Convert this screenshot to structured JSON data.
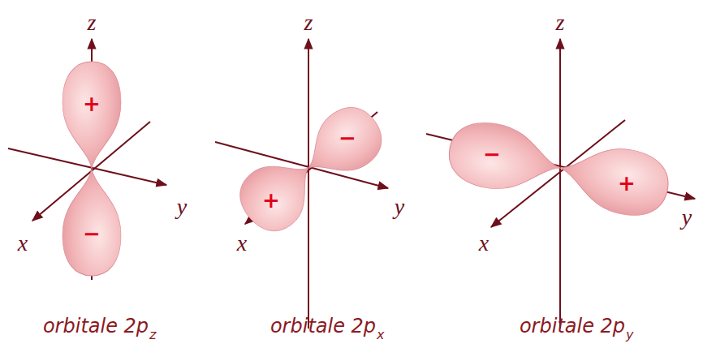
{
  "diagram": {
    "labels": [
      "z",
      "y",
      "x",
      "+",
      "−",
      "orbitale 2p",
      "z",
      "z",
      "y",
      "x",
      "−",
      "+",
      "orbitale 2p",
      "x",
      "z",
      "y",
      "x",
      "−",
      "+",
      "orbitale 2p",
      "y"
    ]
  }
}
